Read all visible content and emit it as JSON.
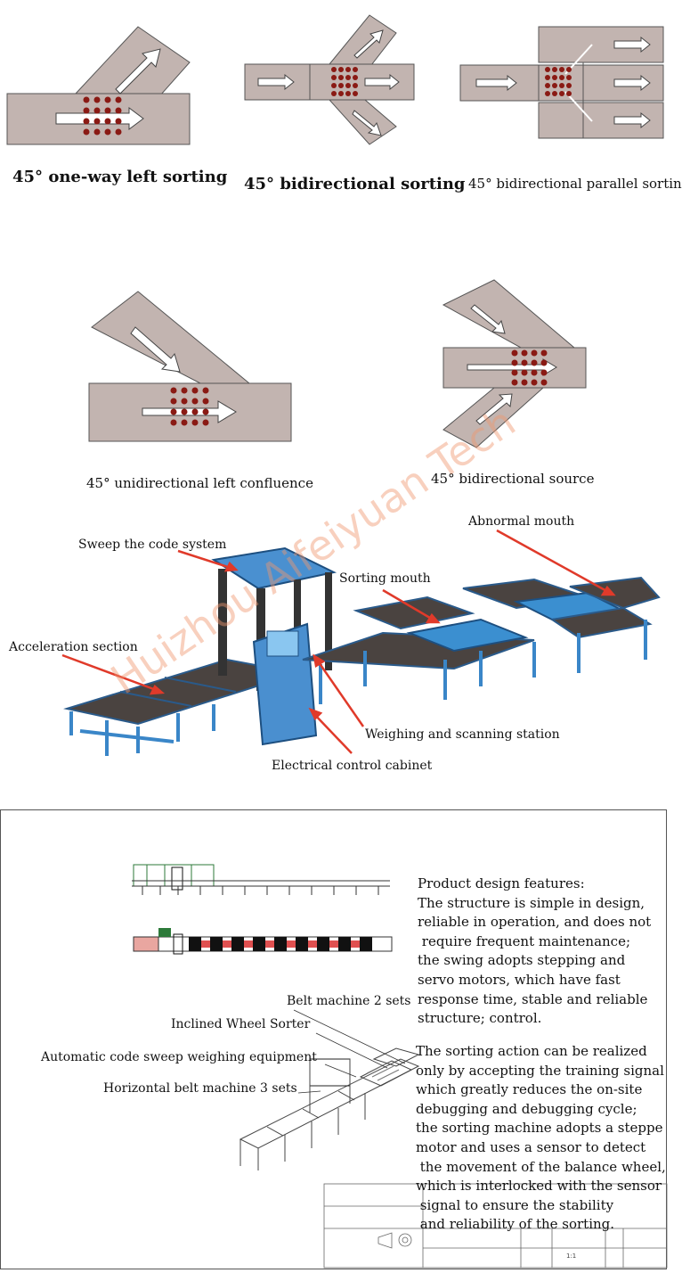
{
  "top_section": {
    "diagrams": [
      {
        "caption": "45° one-way left sorting"
      },
      {
        "caption": "45° bidirectional sorting"
      },
      {
        "caption": "45° bidirectional parallel sortin"
      },
      {
        "caption": "45° unidirectional left confluence"
      },
      {
        "caption": "45° bidirectional source"
      }
    ]
  },
  "machine_section": {
    "labels": {
      "sweep": "Sweep the code system",
      "abnormal": "Abnormal mouth",
      "sorting": "Sorting mouth",
      "acceleration": "Acceleration section",
      "weighing": "Weighing and scanning station",
      "cabinet": "Electrical control cabinet"
    },
    "watermark": "Huizhou Aifeiyuan Tech"
  },
  "drawing_section": {
    "labels": {
      "belt": "Belt machine 2 sets",
      "inclined": "Inclined Wheel Sorter",
      "auto": "Automatic code sweep weighing equipment",
      "horizontal": "Horizontal belt machine 3 sets"
    },
    "features_1": "Product design features:\nThe structure is simple in design,\nreliable in operation, and does not\n require frequent maintenance;\nthe swing adopts stepping and\nservo motors, which have fast\nresponse time, stable and reliable\nstructure; control.",
    "features_2": "The sorting action can be realized\nonly by accepting the training signal\nwhich greatly reduces the on-site\ndebugging and debugging cycle;\nthe sorting machine adopts a steppe\nmotor and uses a sensor to detect\n the movement of the balance wheel,\nwhich is interlocked with the sensor\n signal to ensure the stability\n and reliability of the sorting.",
    "title_block": {
      "scale": "1:1"
    }
  },
  "colors": {
    "belt_fill": "#c2b4b0",
    "dot": "#8a1a14",
    "frame_blue": "#3a86c8",
    "arrow_red": "#e03a2a"
  }
}
